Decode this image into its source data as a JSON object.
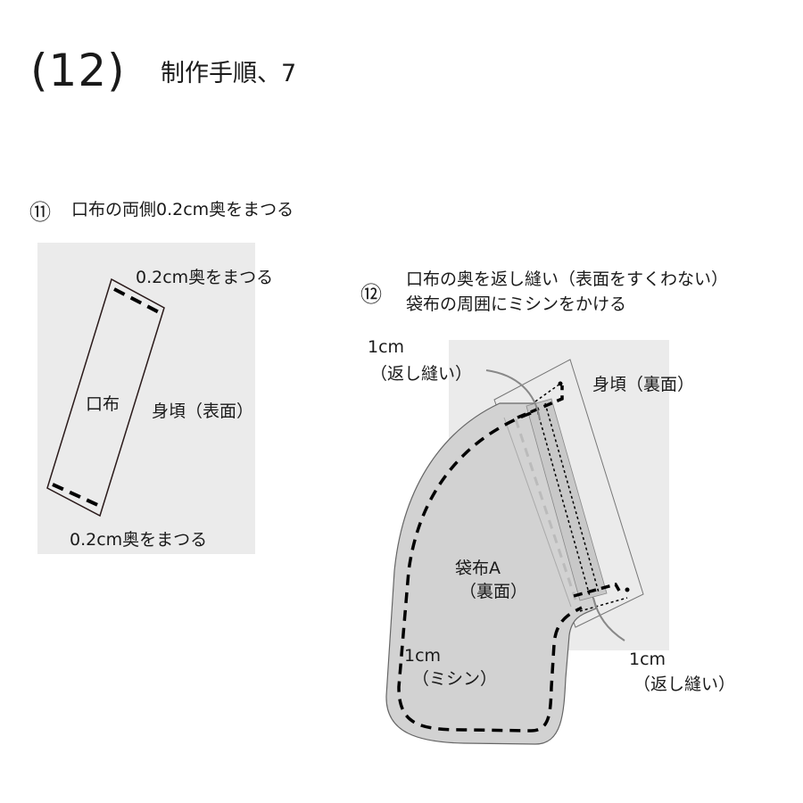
{
  "header": {
    "number": "(12)",
    "title": "制作手順、7"
  },
  "step11": {
    "marker": "⑪",
    "text": "口布の両側0.2cm奥をまつる",
    "label_top": "0.2cm奥をまつる",
    "label_bottom": "0.2cm奥をまつる",
    "label_kuchinuno": "口布",
    "label_body": "身頃（表面）"
  },
  "step12": {
    "marker": "⑫",
    "text_line1": "口布の奥を返し縫い（表面をすくわない）",
    "text_line2": "袋布の周囲にミシンをかける",
    "label_top_cm": "1cm",
    "label_top_note": "（返し縫い）",
    "label_body": "身頃（裏面）",
    "label_pocket": "袋布A",
    "label_pocket_side": "（裏面）",
    "label_left_cm": "1cm",
    "label_left_note": "（ミシン）",
    "label_bottom_cm": "1cm",
    "label_bottom_note": "（返し縫い）"
  },
  "colors": {
    "panel": "#ebebeb",
    "pocket": "#d2d2d2",
    "stitch": "#000000",
    "guide": "#888888"
  }
}
